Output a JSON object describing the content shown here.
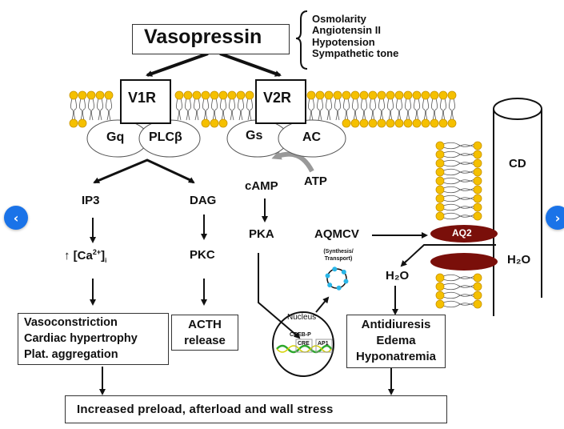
{
  "title": "Vasopressin",
  "stimuli": [
    "Osmolarity",
    "Angiotensin II",
    "Hypotension",
    "Sympathetic tone"
  ],
  "receptors": {
    "v1": "V1R",
    "v2": "V2R"
  },
  "proteins": {
    "gq": "Gq",
    "plc": "PLCβ",
    "gs": "Gs",
    "ac": "AC"
  },
  "v1_pathway": {
    "ip3": "IP3",
    "dag": "DAG",
    "calcium_prefix": "↑ [Ca",
    "calcium_sup": "2+",
    "calcium_close": "]",
    "calcium_sub": "i",
    "pkc": "PKC",
    "effects": [
      "Vasoconstriction",
      "Cardiac hypertrophy",
      "Plat. aggregation"
    ],
    "acth": [
      "ACTH",
      "release"
    ]
  },
  "v2_pathway": {
    "camp": "cAMP",
    "atp": "ATP",
    "pka": "PKA",
    "aqmcv": "AQMCV",
    "synthesis": [
      "(Synthesis/",
      "Transport)"
    ],
    "nucleus": "Nucleus",
    "creb": "CREB-P",
    "cre": "CRE",
    "ap1": "AP1",
    "aq2": "AQ2",
    "h2o_left": "H₂O",
    "h2o_right": "H₂O",
    "cd": "CD",
    "effects": [
      "Antidiuresis",
      "Edema",
      "Hyponatremia"
    ]
  },
  "outcome": "Increased preload, afterload and wall stress",
  "nav": {
    "prev": "‹",
    "next": "›"
  },
  "colors": {
    "lipid_head": "#f5c000",
    "lipid_head_stroke": "#c89400",
    "aquaporin": "#7a0f0a",
    "vesicle": "#29b6e8",
    "dna_green": "#2ea82e",
    "dna_yellow": "#d4d000",
    "nav_blue": "#1a73e8",
    "gray_arrow": "#888888"
  }
}
